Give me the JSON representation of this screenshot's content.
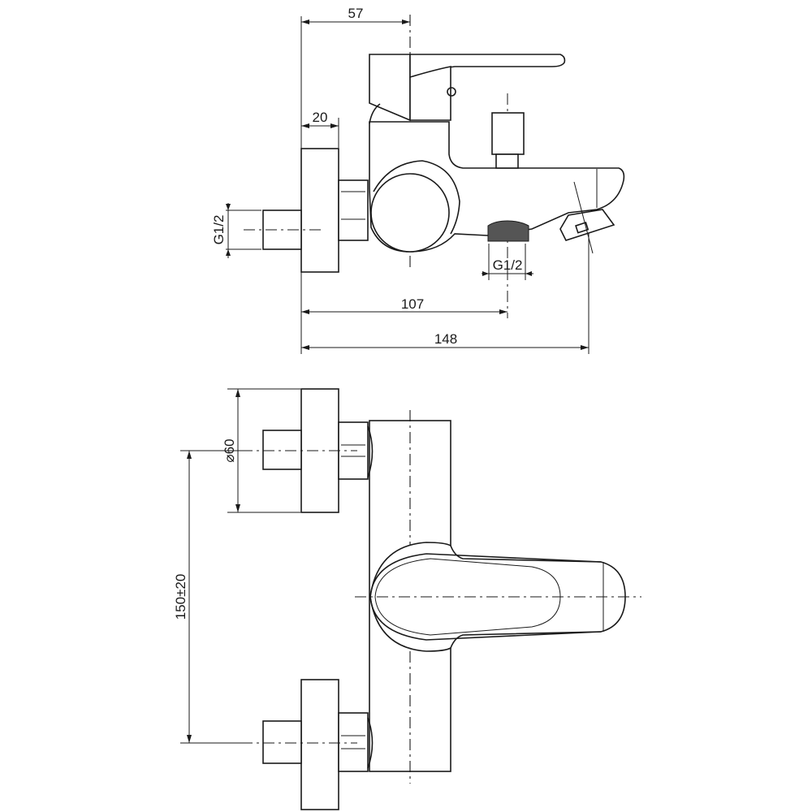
{
  "title": "Bath mixer dimension drawing",
  "side_view": {
    "dimensions": {
      "lever_axis_offset": "57",
      "flange_depth": "20",
      "inlet_thread": "G1/2",
      "outlet_thread": "G1/2",
      "outlet_axis_offset": "107",
      "overall_depth": "148"
    }
  },
  "front_view": {
    "dimensions": {
      "flange_diameter": "⌀60",
      "inlet_spacing": "150±20"
    }
  },
  "colors": {
    "line": "#1a1a1a",
    "background": "#ffffff",
    "thread_fill": "#555555"
  }
}
